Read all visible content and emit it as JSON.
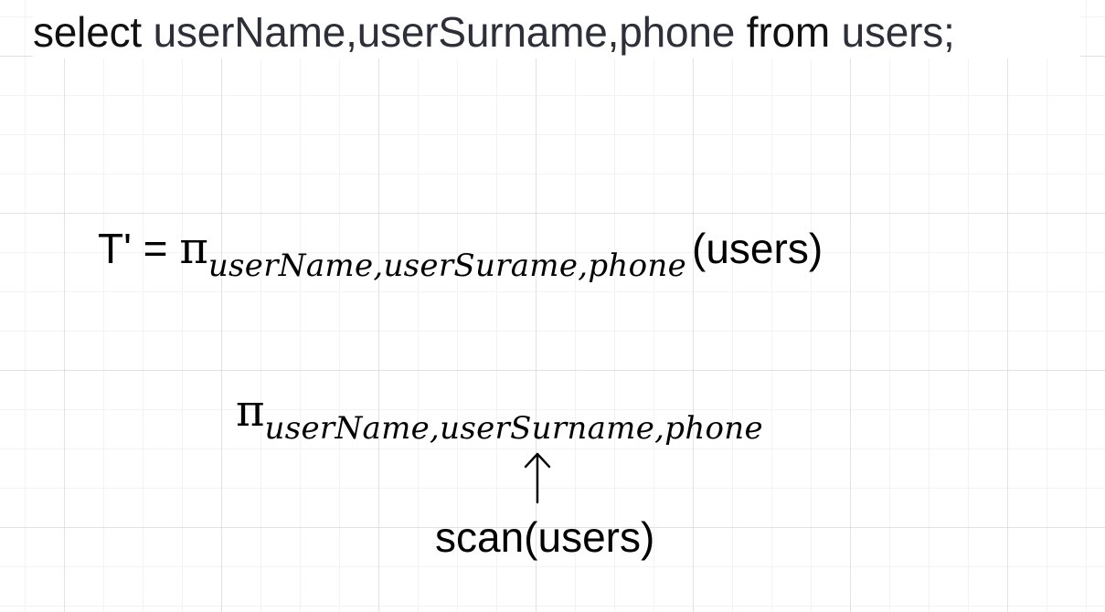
{
  "sql": {
    "kw_select": "select",
    "columns": "userName,userSurname,phone",
    "kw_from": "from",
    "table": "users;"
  },
  "formula": {
    "lhs": "T' = ",
    "pi": "π",
    "subscript": "userName,userSurame,phone",
    "argument": "(users)"
  },
  "tree": {
    "pi": "π",
    "subscript": "userName,userSurname,phone",
    "arrow": "↑",
    "scan": "scan(users)"
  }
}
